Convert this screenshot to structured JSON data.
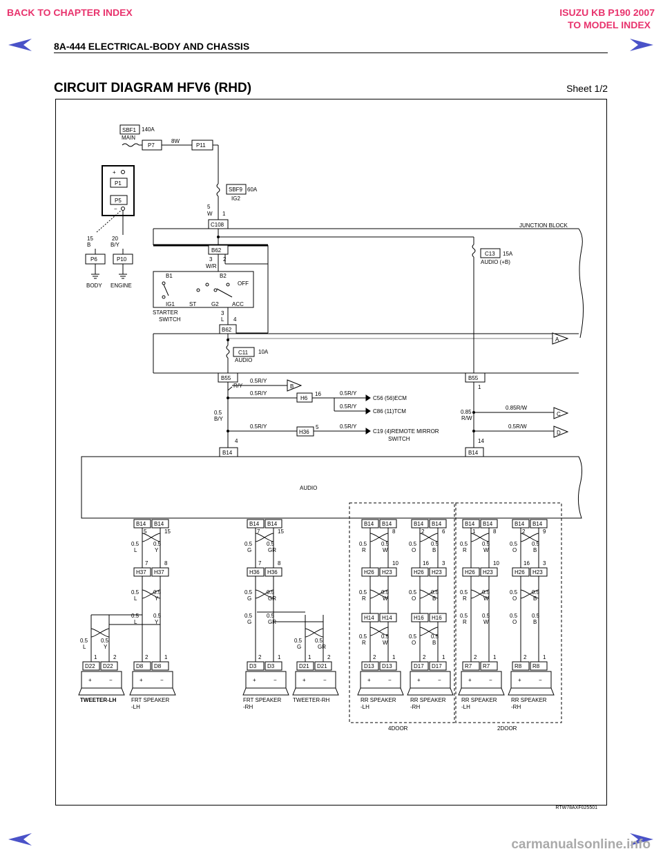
{
  "header": {
    "back_link": "BACK TO CHAPTER INDEX",
    "model_title": "ISUZU KB P190 2007",
    "model_link": "TO MODEL INDEX",
    "section_title": "8A-444  ELECTRICAL-BODY AND CHASSIS"
  },
  "diagram": {
    "title": "CIRCUIT DIAGRAM HFV6 (RHD)",
    "sheet": "Sheet 1/2",
    "figure_code": "RTW78AXF025501"
  },
  "labels": {
    "sbf1": "SBF1",
    "sbf1_amp": "140A",
    "main": "MAIN",
    "p7": "P7",
    "wire_8w": "8W",
    "p11": "P11",
    "sbf9": "SBF9",
    "sbf9_amp": "60A",
    "ig2": "IG2",
    "w5": "5",
    "w_color_w": "W",
    "w_pin1": "1",
    "c108": "C108",
    "junction_block": "JUNCTION BLOCK",
    "b62": "B62",
    "wr": "W/R",
    "w3": "3",
    "w2": "2",
    "c13": "C13",
    "c13_amp": "15A",
    "c13_name": "AUDIO (+B)",
    "p1": "P1",
    "p5": "P5",
    "plus": "+",
    "minus": "−",
    "w15": "15",
    "b_col": "B",
    "w20": "20",
    "by": "B/Y",
    "p6": "P6",
    "p10": "P10",
    "body": "BODY",
    "engine": "ENGINE",
    "sw_b1": "B1",
    "sw_b2": "B2",
    "sw_off": "OFF",
    "sw_ig1": "IG1",
    "sw_st": "ST",
    "sw_g2": "G2",
    "sw_acc": "ACC",
    "starter": "STARTER",
    "switch": "SWITCH",
    "l3": "3",
    "l_col": "L",
    "l4": "4",
    "c11": "C11",
    "c11_amp": "10A",
    "c11_name": "AUDIO",
    "arrow_a": "A",
    "arrow_b": "B",
    "arrow_c": "C",
    "arrow_d": "D",
    "b55": "B55",
    "r_ry": "R/Y",
    "w05ry": "0.5R/Y",
    "h6": "H6",
    "h6_pin": "16",
    "c56": "C56 (56)ECM",
    "c86": "C86 (11)TCM",
    "w05by": "0.5",
    "by2": "B/Y",
    "h36": "H36",
    "h36_pin": "5",
    "c19": "C19 (4)REMOTE MIRROR",
    "c19b": "SWITCH",
    "b55_pin": "1",
    "w085rw": "0.85R/W",
    "w085": "0.85",
    "rw": "R/W",
    "w05rw": "0.5R/W",
    "pin4": "4",
    "pin14": "14",
    "b14": "B14",
    "audio": "AUDIO",
    "h37": "H37",
    "h36s": "H36",
    "h26": "H26",
    "h23": "H23",
    "h14": "H14",
    "h16": "H16",
    "d22": "D22",
    "d8": "D8",
    "d3": "D3",
    "d21": "D21",
    "d13": "D13",
    "d17": "D17",
    "r7": "R7",
    "r8": "R8",
    "tweeter_lh": "TWEETER-LH",
    "frt_speaker": "FRT SPEAKER",
    "lh": "-LH",
    "rh": "-RH",
    "tweeter_rh": "TWEETER-RH",
    "rr_speaker": "RR SPEAKER",
    "door4": "4DOOR",
    "door2": "2DOOR",
    "w05": "0.5",
    "c_L": "L",
    "c_Y": "Y",
    "c_G": "G",
    "c_GR": "GR",
    "c_R": "R",
    "c_W": "W",
    "c_O": "O",
    "c_B": "B",
    "n5": "5",
    "n15": "15",
    "n7": "7",
    "n8": "8",
    "n6": "6",
    "n10": "10",
    "n16": "16",
    "n1": "1",
    "n2": "2",
    "n3": "3",
    "n9": "9"
  },
  "watermark": "carmanualsonline.info",
  "colors": {
    "accent": "#e8336d",
    "arrow_fill": "#4a52c8",
    "line": "#000000"
  }
}
